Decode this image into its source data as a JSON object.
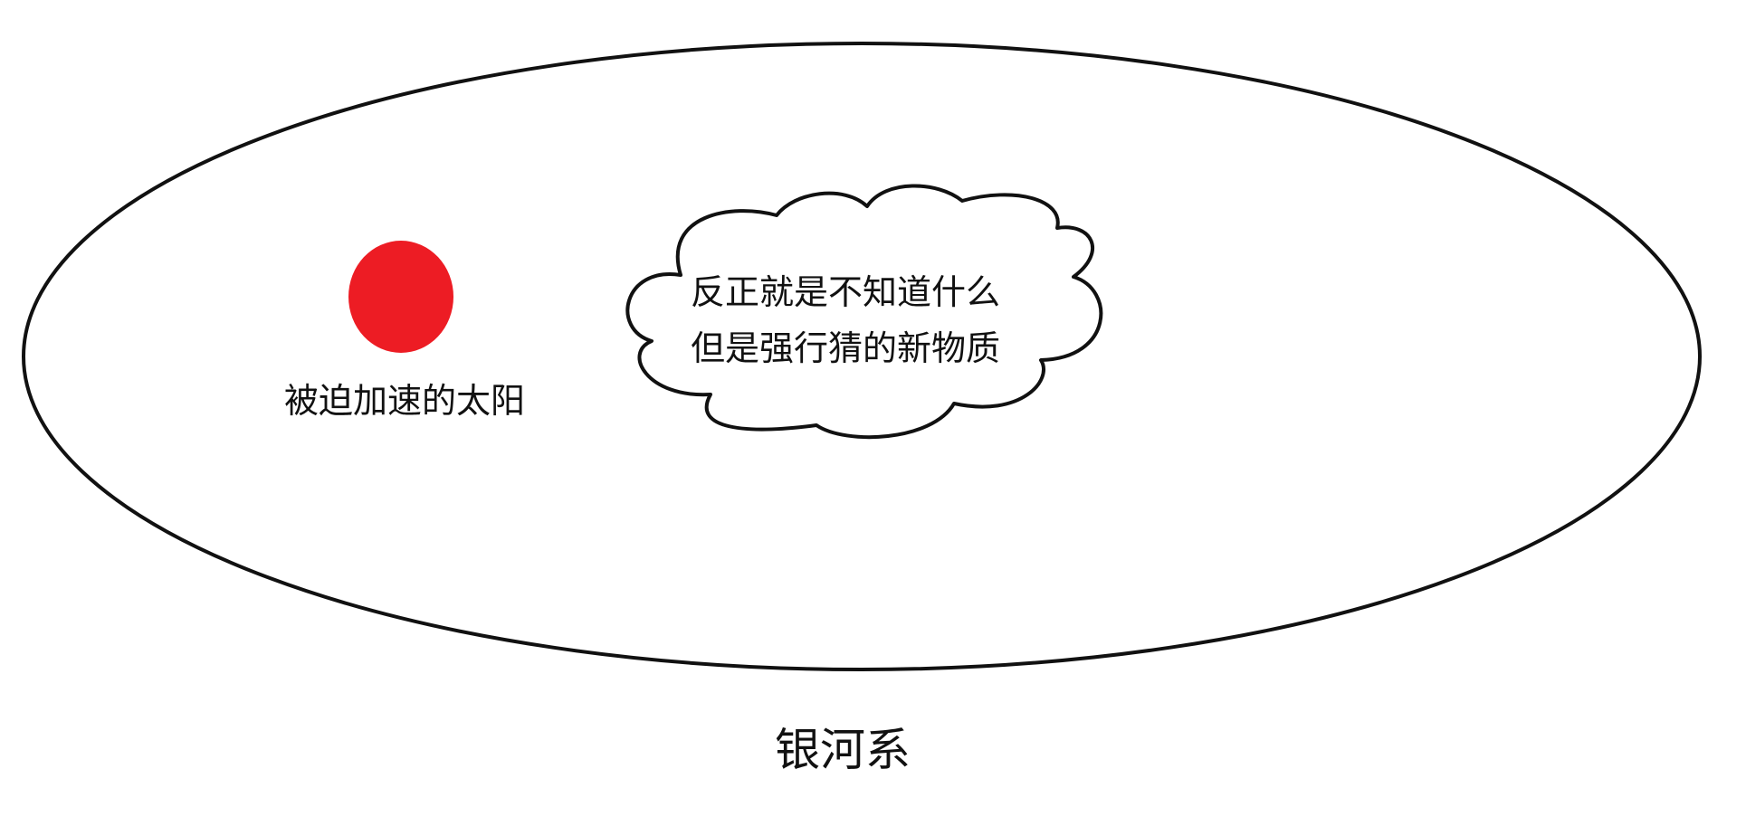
{
  "colors": {
    "background": "#ffffff",
    "outline": "#111111",
    "sun": "#ed1c24"
  },
  "sun": {
    "label": "被迫加速的太阳"
  },
  "cloud": {
    "line1": "反正就是不知道什么",
    "line2": "但是强行猜的新物质"
  },
  "galaxy": {
    "label": "银河系"
  }
}
